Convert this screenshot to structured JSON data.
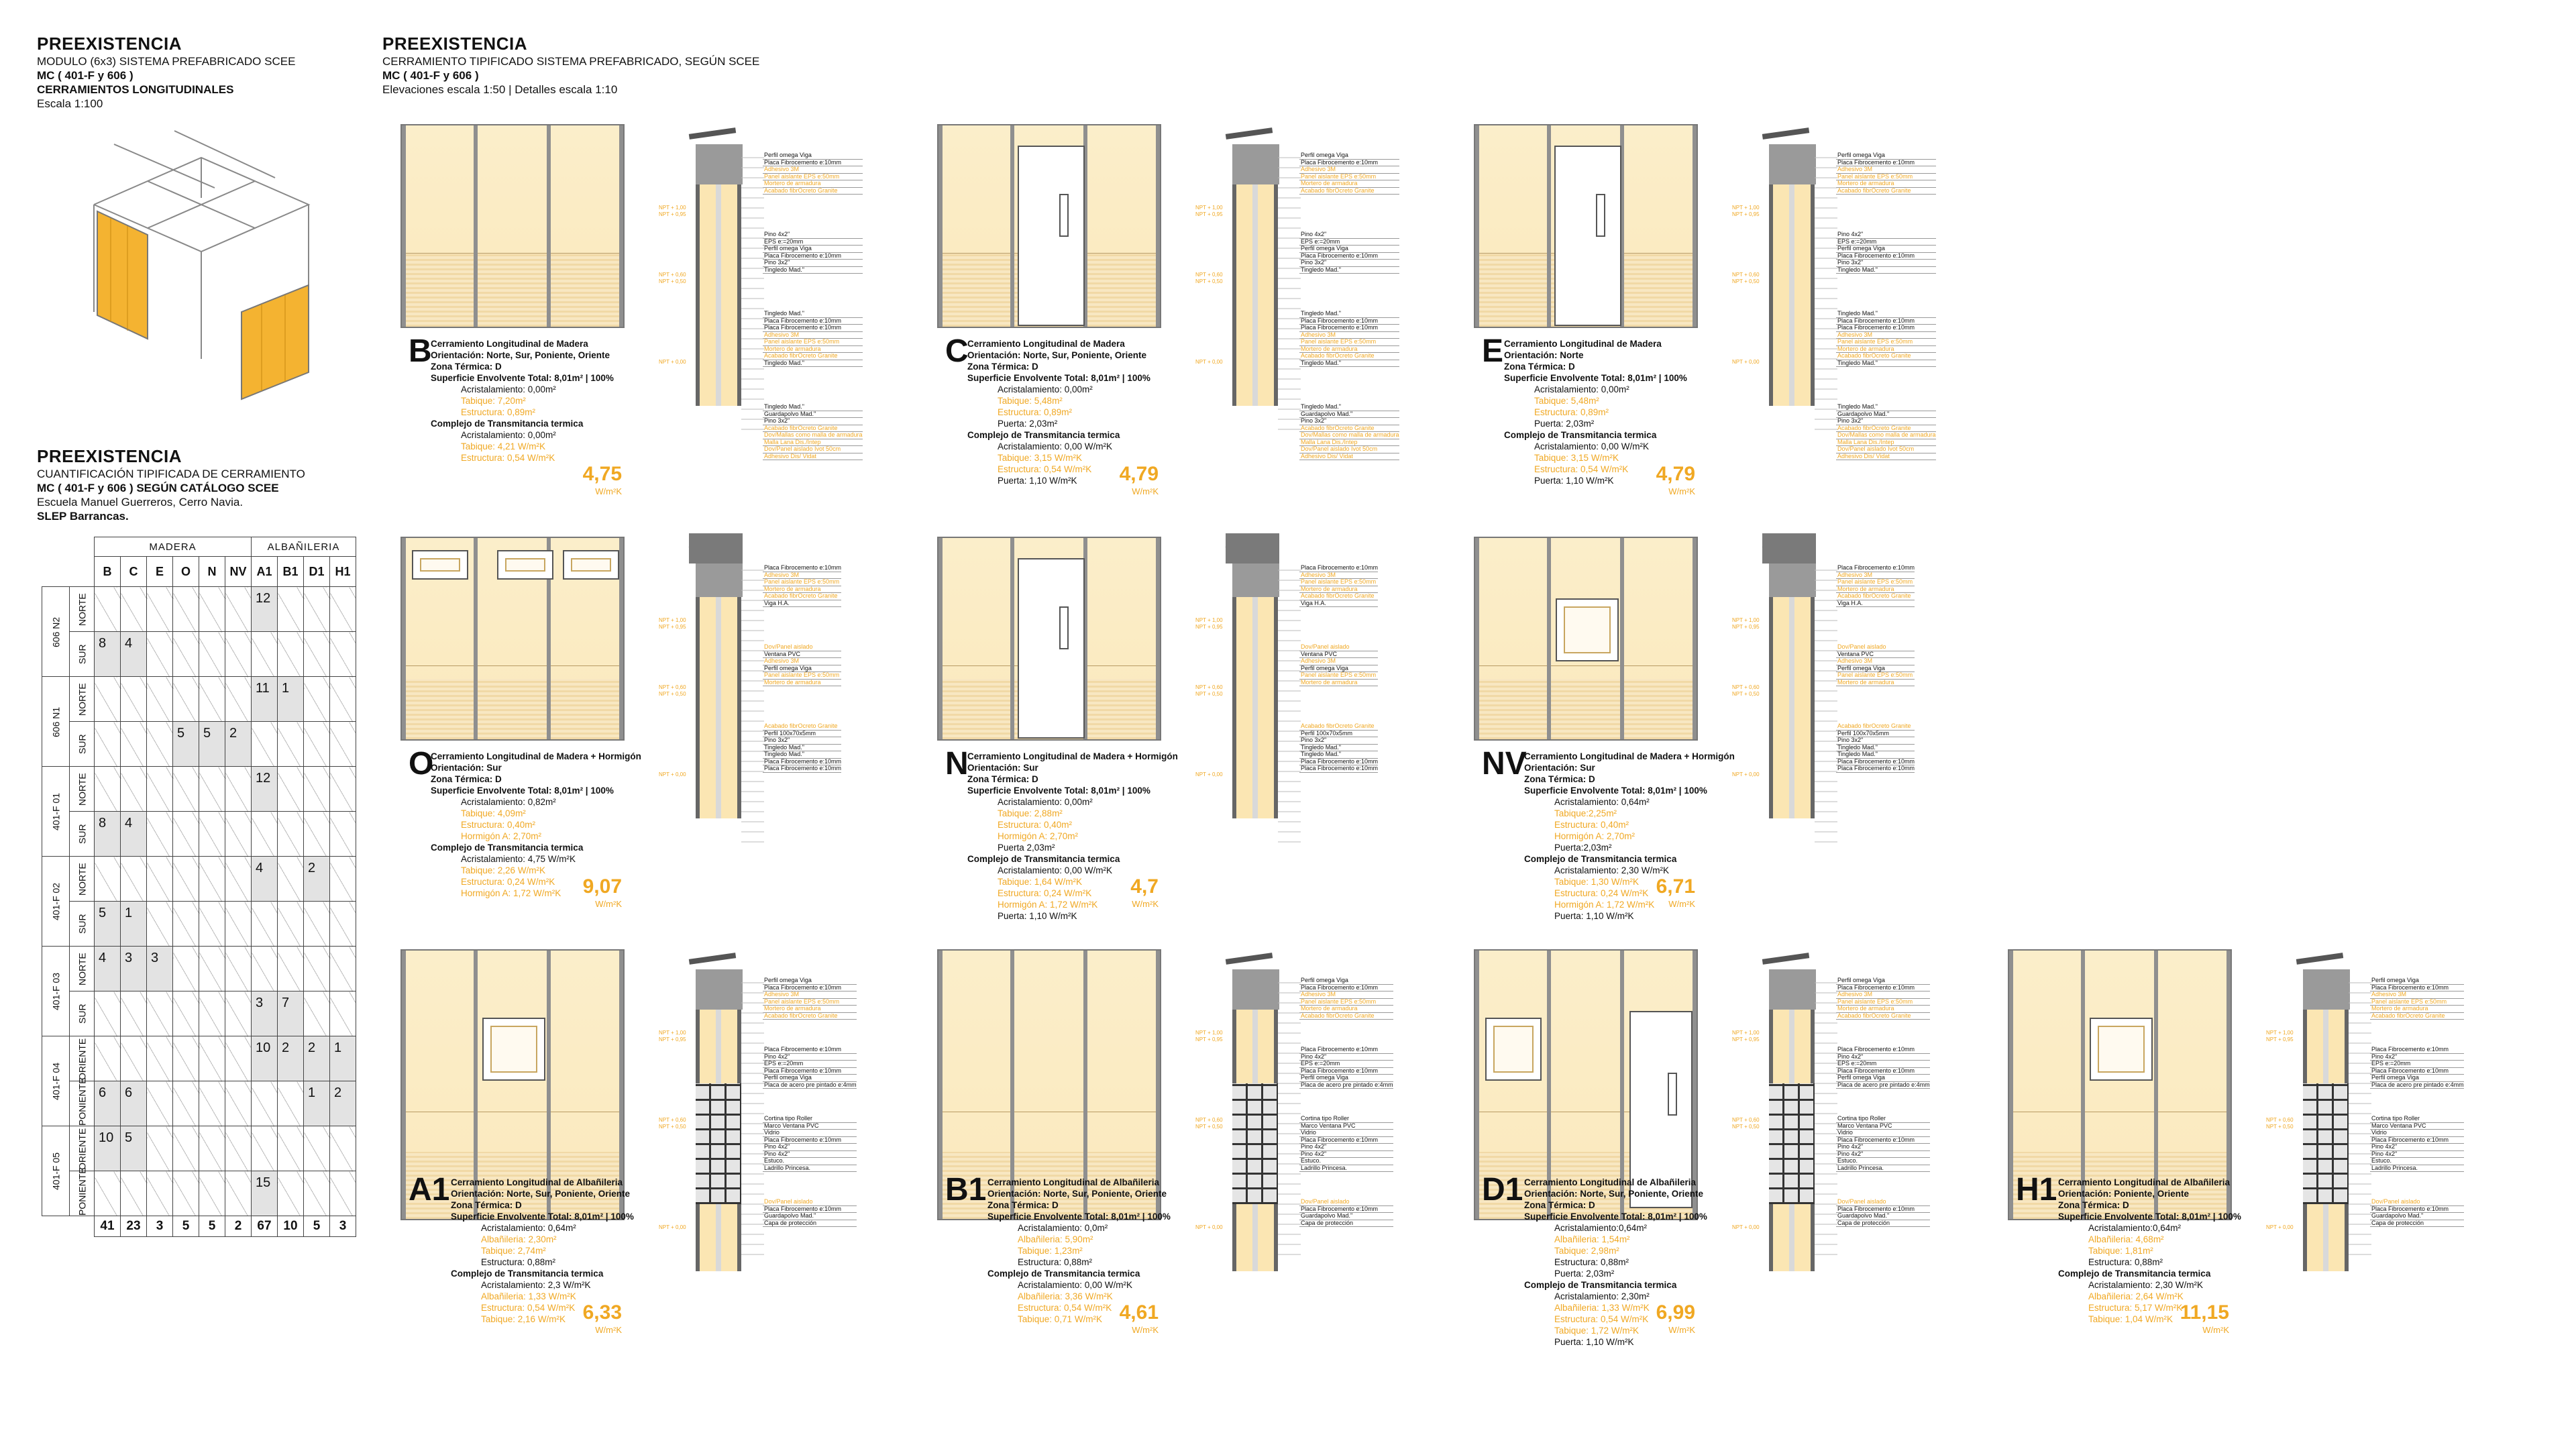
{
  "left_header": {
    "title": "PREEXISTENCIA",
    "line1": "MODULO (6x3) SISTEMA PREFABRICADO SCEE",
    "line2": "MC ( 401-F y 606 )",
    "line3": "CERRAMIENTOS LONGITUDINALES",
    "line4": "Escala 1:100"
  },
  "main_header": {
    "title": "PREEXISTENCIA",
    "line1": "CERRAMIENTO TIPIFICADO SISTEMA PREFABRICADO, SEGÚN SCEE",
    "line2": "MC ( 401-F y 606 )",
    "line3": "Elevaciones escala 1:50 | Detalles escala 1:10"
  },
  "quant_header": {
    "title": "PREEXISTENCIA",
    "line1": "CUANTIFICACIÓN TIPIFICADA DE CERRAMIENTO",
    "line2": "MC ( 401-F y 606 ) SEGÚN CATÁLOGO SCEE",
    "line3": "Escuela Manuel Guerreros, Cerro Navia.",
    "line4": "SLEP Barrancas."
  },
  "table": {
    "group_madera": "MADERA",
    "group_albanileria": "ALBAÑILERIA",
    "cols": [
      "B",
      "C",
      "E",
      "O",
      "N",
      "NV",
      "A1",
      "B1",
      "D1",
      "H1"
    ],
    "blocks": [
      {
        "name": "606 N2",
        "rows": [
          {
            "side": "NORTE",
            "vals": [
              "",
              "",
              "",
              "",
              "",
              "",
              "12",
              "",
              "",
              ""
            ]
          },
          {
            "side": "SUR",
            "vals": [
              "8",
              "4",
              "",
              "",
              "",
              "",
              "",
              "",
              "",
              ""
            ]
          }
        ]
      },
      {
        "name": "606 N1",
        "rows": [
          {
            "side": "NORTE",
            "vals": [
              "",
              "",
              "",
              "",
              "",
              "",
              "11",
              "1",
              "",
              ""
            ]
          },
          {
            "side": "SUR",
            "vals": [
              "",
              "",
              "",
              "5",
              "5",
              "2",
              "",
              "",
              "",
              ""
            ]
          }
        ]
      },
      {
        "name": "401-F 01",
        "rows": [
          {
            "side": "NORTE",
            "vals": [
              "",
              "",
              "",
              "",
              "",
              "",
              "12",
              "",
              "",
              ""
            ]
          },
          {
            "side": "SUR",
            "vals": [
              "8",
              "4",
              "",
              "",
              "",
              "",
              "",
              "",
              "",
              ""
            ]
          }
        ]
      },
      {
        "name": "401-F 02",
        "rows": [
          {
            "side": "NORTE",
            "vals": [
              "",
              "",
              "",
              "",
              "",
              "",
              "4",
              "",
              "2",
              ""
            ]
          },
          {
            "side": "SUR",
            "vals": [
              "5",
              "1",
              "",
              "",
              "",
              "",
              "",
              "",
              "",
              ""
            ]
          }
        ]
      },
      {
        "name": "401-F 03",
        "rows": [
          {
            "side": "NORTE",
            "vals": [
              "4",
              "3",
              "3",
              "",
              "",
              "",
              "",
              "",
              "",
              ""
            ]
          },
          {
            "side": "SUR",
            "vals": [
              "",
              "",
              "",
              "",
              "",
              "",
              "3",
              "7",
              "",
              ""
            ]
          }
        ]
      },
      {
        "name": "401-F 04",
        "rows": [
          {
            "side": "ORIENTE",
            "vals": [
              "",
              "",
              "",
              "",
              "",
              "",
              "10",
              "2",
              "2",
              "1"
            ]
          },
          {
            "side": "PONIENTE",
            "vals": [
              "6",
              "6",
              "",
              "",
              "",
              "",
              "",
              "",
              "1",
              "2"
            ]
          }
        ]
      },
      {
        "name": "401-F 05",
        "rows": [
          {
            "side": "ORIENTE",
            "vals": [
              "10",
              "5",
              "",
              "",
              "",
              "",
              "",
              "",
              "",
              ""
            ]
          },
          {
            "side": "PONIENTE",
            "vals": [
              "",
              "",
              "",
              "",
              "",
              "",
              "15",
              "",
              "",
              ""
            ]
          }
        ]
      }
    ],
    "totals": [
      "41",
      "23",
      "3",
      "5",
      "5",
      "2",
      "67",
      "10",
      "5",
      "3"
    ]
  },
  "panels": [
    {
      "letter": "B",
      "title": "Cerramiento Longitudinal de Madera",
      "orient": "Orientación: Norte, Sur, Poniente, Oriente",
      "zona": "Zona Térmica: D",
      "sup": "Superficie Envolvente Total: 8,01m² | 100%",
      "l1": "Acristalamiento: 0,00m²",
      "y1": "Tabique: 7,20m²",
      "y2": "Estructura: 0,89m²",
      "comp": "Complejo de Transmitancia termica",
      "l2": "Acristalamiento: 0,00m²",
      "y3": "Tabique: 4,21 W/m²K",
      "y4": "Estructura: 0,54 W/m²K",
      "value": "4,75",
      "unit": "W/m²K"
    },
    {
      "letter": "C",
      "title": "Cerramiento Longitudinal de Madera",
      "orient": "Orientación: Norte, Sur, Poniente, Oriente",
      "zona": "Zona Térmica: D",
      "sup": "Superficie Envolvente Total: 8,01m² | 100%",
      "l1": "Acristalamiento: 0,00m²",
      "y1": "Tabique: 5,48m²",
      "y2": "Estructura: 0,89m²",
      "l3": "Puerta: 2,03m²",
      "comp": "Complejo de Transmitancia termica",
      "l2": "Acristalamiento: 0,00 W/m²K",
      "y3": "Tabique: 3,15 W/m²K",
      "y4": "Estructura: 0,54 W/m²K",
      "l4": "Puerta: 1,10 W/m²K",
      "value": "4,79",
      "unit": "W/m²K"
    },
    {
      "letter": "E",
      "title": "Cerramiento Longitudinal de Madera",
      "orient": "Orientación: Norte",
      "zona": "Zona Térmica: D",
      "sup": "Superficie Envolvente Total: 8,01m² | 100%",
      "l1": "Acristalamiento: 0,00m²",
      "y1": "Tabique: 5,48m²",
      "y2": "Estructura: 0,89m²",
      "l3": "Puerta: 2,03m²",
      "comp": "Complejo de Transmitancia termica",
      "l2": "Acristalamiento: 0,00 W/m²K",
      "y3": "Tabique: 3,15 W/m²K",
      "y4": "Estructura: 0,54 W/m²K",
      "l4": "Puerta: 1,10 W/m²K",
      "value": "4,79",
      "unit": "W/m²K"
    },
    {
      "letter": "O",
      "title": "Cerramiento Longitudinal de Madera + Hormigón",
      "orient": "Orientación: Sur",
      "zona": "Zona Térmica: D",
      "sup": "Superficie Envolvente Total: 8,01m² | 100%",
      "l1": "Acristalamiento: 0,82m²",
      "y1": "Tabique: 4,09m²",
      "y2": "Estructura: 0,40m²",
      "y5": "Hormigón A: 2,70m²",
      "comp": "Complejo de Transmitancia termica",
      "l2": "Acristalamiento: 4,75 W/m²K",
      "y3": "Tabique: 2,26 W/m²K",
      "y4": "Estructura: 0,24 W/m²K",
      "y6": "Hormigón A: 1,72 W/m²K",
      "value": "9,07",
      "unit": "W/m²K"
    },
    {
      "letter": "N",
      "title": "Cerramiento Longitudinal de Madera + Hormigón",
      "orient": "Orientación: Sur",
      "zona": "Zona Térmica: D",
      "sup": "Superficie Envolvente Total: 8,01m² | 100%",
      "l1": "Acristalamiento: 0,00m²",
      "y1": "Tabique: 2,88m²",
      "y2": "Estructura: 0,40m²",
      "y5": "Hormigón A: 2,70m²",
      "l3": "Puerta 2,03m²",
      "comp": "Complejo de Transmitancia termica",
      "l2": "Acristalamiento: 0,00 W/m²K",
      "y3": "Tabique: 1,64 W/m²K",
      "y4": "Estructura: 0,24 W/m²K",
      "y6": "Hormigón A: 1,72 W/m²K",
      "l4": "Puerta: 1,10 W/m²K",
      "value": "4,7",
      "unit": "W/m²K"
    },
    {
      "letter": "NV",
      "title": "Cerramiento Longitudinal de Madera + Hormigón",
      "orient": "Orientación: Sur",
      "zona": "Zona Térmica: D",
      "sup": "Superficie Envolvente Total: 8,01m² | 100%",
      "l1": "Acristalamiento: 0,64m²",
      "y1": "Tabique:2,25m²",
      "y2": "Estructura: 0,40m²",
      "y5": "Hormigón A: 2,70m²",
      "l3": "Puerta:2,03m²",
      "comp": "Complejo de Transmitancia termica",
      "l2": "Acristalamiento: 2,30 W/m²K",
      "y3": "Tabique: 1,30 W/m²K",
      "y4": "Estructura: 0,24 W/m²K",
      "y6": "Hormigón A: 1,72 W/m²K",
      "l4": "Puerta: 1,10 W/m²K",
      "value": "6,71",
      "unit": "W/m²K"
    },
    {
      "letter": "A1",
      "title": "Cerramiento Longitudinal de Albañileria",
      "orient": "Orientación: Norte, Sur, Poniente, Oriente",
      "zona": "Zona Térmica: D",
      "sup": "Superficie Envolvente Total: 8,01m² | 100%",
      "l1": "Acristalamiento: 0,64m²",
      "y1": "Albañileria: 2,30m²",
      "l5": "Estructura: 0,88m²",
      "y2": "Tabique: 2,74m²",
      "comp": "Complejo de Transmitancia termica",
      "l2": "Acristalamiento: 2,3 W/m²K",
      "y3": "Albañileria: 1,33 W/m²K",
      "y4": "Estructura: 0,54 W/m²K",
      "y6": "Tabique: 2,16 W/m²K",
      "value": "6,33",
      "unit": "W/m²K"
    },
    {
      "letter": "B1",
      "title": "Cerramiento Longitudinal de Albañileria",
      "orient": "Orientación: Norte, Sur, Poniente, Oriente",
      "zona": "Zona Térmica: D",
      "sup": "Superficie Envolvente Total: 8,01m² | 100%",
      "l1": "Acristalamiento: 0,0m²",
      "y1": "Albañileria: 5,90m²",
      "l5": "Estructura: 0,88m²",
      "y2": "Tabique: 1,23m²",
      "comp": "Complejo de Transmitancia termica",
      "l2": "Acristalamiento: 0,00 W/m²K",
      "y3": "Albañileria: 3,36 W/m²K",
      "y4": "Estructura: 0,54 W/m²K",
      "y6": "Tabique: 0,71 W/m²K",
      "value": "4,61",
      "unit": "W/m²K"
    },
    {
      "letter": "D1",
      "title": "Cerramiento Longitudinal de Albañileria",
      "orient": "Orientación: Norte, Sur, Poniente, Oriente",
      "zona": "Zona Térmica: D",
      "sup": "Superficie Envolvente Total: 8,01m² | 100%",
      "l1": "Acristalamiento:0,64m²",
      "y1": "Albañileria: 1,54m²",
      "l5": "Estructura: 0,88m²",
      "l3": "Puerta: 2,03m²",
      "y2": "Tabique: 2,98m²",
      "comp": "Complejo de Transmitancia termica",
      "l2": "Acristalamiento: 2,30m²",
      "y3": "Albañileria: 1,33 W/m²K",
      "y4": "Estructura: 0,54 W/m²K",
      "l4": "Puerta: 1,10 W/m²K",
      "y6": "Tabique: 1,72 W/m²K",
      "value": "6,99",
      "unit": "W/m²K"
    },
    {
      "letter": "H1",
      "title": "Cerramiento Longitudinal de Albañileria",
      "orient": "Orientación: Poniente, Oriente",
      "zona": "Zona Térmica: D",
      "sup": "Superficie Envolvente Total: 8,01m² | 100%",
      "l1": "Acristalamiento:0,64m²",
      "y1": "Albañileria: 4,68m²",
      "l5": "Estructura: 0,88m²",
      "y2": "Tabique: 1,81m²",
      "comp": "Complejo de Transmitancia termica",
      "l2": "Acristalamiento: 2,30 W/m²K",
      "y3": "Albañileria: 2,64 W/m²K",
      "y4": "Estructura: 5,17 W/m²K",
      "y6": "Tabique: 1,04 W/m²K",
      "value": "11,15",
      "unit": "W/m²K"
    }
  ],
  "detail_labels": {
    "madera": [
      "Perfil omega Viga",
      "Placa Fibrocemento e:10mm",
      "Adhesivo 3M",
      "Panel aislante EPS e:50mm",
      "Mortero de armadura",
      "Acabado fibrOcreto Granite",
      "Pino 4x2\"",
      "EPS e:=20mm",
      "Perfil omega Viga",
      "Placa Fibrocemento e:10mm",
      "Pino 3x2\"",
      "Tingledo Mad.\"",
      "Tingledo Mad.\"",
      "Placa Fibrocemento e:10mm",
      "Placa Fibrocemento e:10mm",
      "Adhesivo 3M",
      "Panel aislante EPS e:50mm",
      "Mortero de armadura",
      "Acabado fibrOcreto Granite",
      "Tingledo Mad.\"",
      "Tingledo Mad.\"",
      "Guardapolvo Mad.\"",
      "Pino 3x2\"",
      "Acabado fibrOcreto Granite",
      "Dov/Mallas como malla de armadura",
      "Malla Lana Dis./Intep",
      "Dov/Panel aislado Ivot 50cm",
      "Adhesivo Dis/ Vidat"
    ],
    "hormigon": [
      "Placa Fibrocemento e:10mm",
      "Adhesivo 3M",
      "Panel aislante EPS e:50mm",
      "Mortero de armadura",
      "Acabado fibrOcreto Granite",
      "Viga H.A.",
      "Dov/Panel aislado",
      "Ventana PVC",
      "Adhesivo 3M",
      "Perfil omega Viga",
      "Panel aislante EPS e:50mm",
      "Mortero de armadura",
      "Acabado fibrOcreto Granite",
      "Perfil 100x70x5mm",
      "Pino 3x2\"",
      "Tingledo Mad.\"",
      "Tingledo Mad.\"",
      "Placa Fibrocemento e:10mm",
      "Placa Fibrocemento e:10mm"
    ],
    "albanileria": [
      "Perfil omega Viga",
      "Placa Fibrocemento e:10mm",
      "Adhesivo 3M",
      "Panel aislante EPS e:50mm",
      "Mortero de armadura",
      "Acabado fibrOcreto Granite",
      "Placa Fibrocemento e:10mm",
      "Pino 4x2\"",
      "EPS e:=20mm",
      "Placa Fibrocemento e:10mm",
      "Perfil omega Viga",
      "Placa de acero pre pintado e:4mm",
      "Cortina tipo Roller",
      "Marco Ventana PVC",
      "Vidrio",
      "Placa Fibrocemento e:10mm",
      "Pino 4x2\"",
      "Pino 4x2\"",
      "Estuco.",
      "Ladrillo Princesa.",
      "Dov/Panel aislado",
      "Placa Fibrocemento e:10mm",
      "Guardapolvo Mad.\"",
      "Capa de protección"
    ]
  }
}
